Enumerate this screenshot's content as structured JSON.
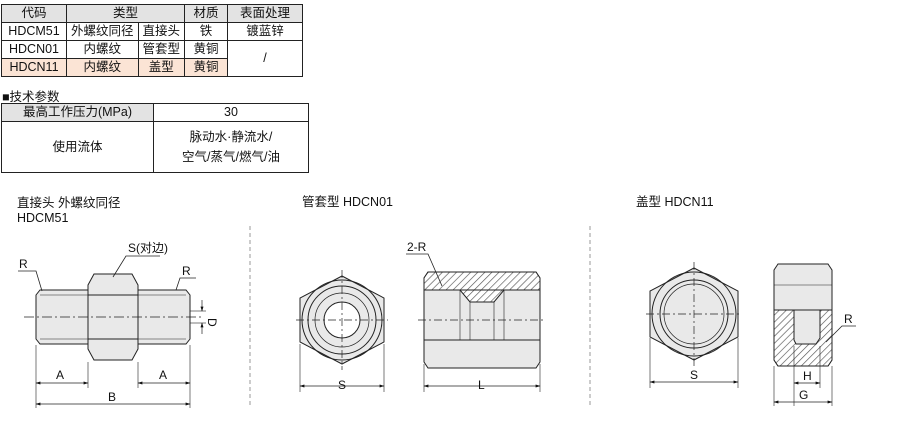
{
  "spec_table": {
    "headers": [
      "代码",
      "类型",
      "材质",
      "表面处理"
    ],
    "rows": [
      [
        "HDCM51",
        "外螺纹同径",
        "直接头",
        "铁",
        "镀蓝锌"
      ],
      [
        "HDCN01",
        "内螺纹",
        "管套型",
        "黄铜",
        "/"
      ],
      [
        "HDCN11",
        "内螺纹",
        "盖型",
        "黄铜",
        ""
      ]
    ]
  },
  "tech_params": {
    "heading": "■技术参数",
    "rows": [
      {
        "label": "最高工作压力(MPa)",
        "value": "30"
      },
      {
        "label": "使用流体",
        "value_line1": "脉动水·静流水/",
        "value_line2": "空气/蒸气/燃气/油"
      }
    ]
  },
  "drawings": {
    "hdcm51": {
      "caption_line1": "直接头 外螺纹同径",
      "caption_line2": "HDCM51",
      "labels": {
        "r_left": "R",
        "r_right": "R",
        "s": "S(对边)",
        "d": "D",
        "a_left": "A",
        "a_right": "A",
        "b": "B"
      }
    },
    "hdcn01": {
      "caption": "管套型 HDCN01",
      "labels": {
        "two_r": "2-R",
        "s": "S",
        "l": "L"
      }
    },
    "hdcn11": {
      "caption": "盖型 HDCN11",
      "labels": {
        "s": "S",
        "r": "R",
        "h": "H",
        "g": "G"
      }
    }
  },
  "colors": {
    "header_bg": "#e3e3e3",
    "highlight_bg": "#fbe4d5",
    "part_fill": "#e9e9e9",
    "hatch": "#555555"
  }
}
